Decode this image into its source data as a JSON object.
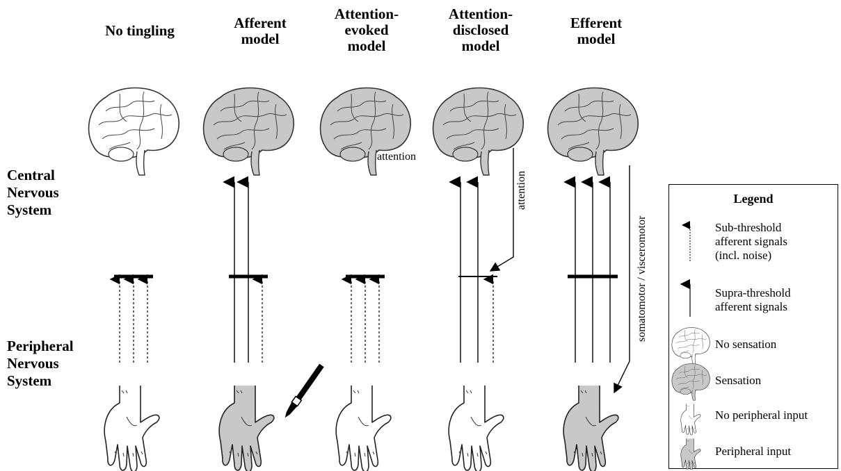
{
  "columns": [
    {
      "title": "No tingling"
    },
    {
      "title": "Afferent\nmodel"
    },
    {
      "title": "Attention-\nevoked\nmodel"
    },
    {
      "title": "Attention-\ndisclosed\nmodel"
    },
    {
      "title": "Efferent\nmodel"
    }
  ],
  "side_labels": {
    "cns": "Central\nNervous\nSystem",
    "pns": "Peripheral\nNervous\nSystem"
  },
  "annotations": {
    "attention_evoked": "attention",
    "attention_disclosed": "attention",
    "efferent": "somatomotor / visceromotor"
  },
  "legend": {
    "title": "Legend",
    "items": [
      {
        "label": "Sub-threshold\nafferent signals\n(incl. noise)",
        "icon": "dotted-arrow-icon"
      },
      {
        "label": "Supra-threshold\nafferent signals",
        "icon": "solid-arrow-icon"
      },
      {
        "label": "No sensation",
        "icon": "white-brain-icon"
      },
      {
        "label": "Sensation",
        "icon": "gray-brain-icon"
      },
      {
        "label": "No peripheral input",
        "icon": "white-hand-icon"
      },
      {
        "label": "Peripheral input",
        "icon": "gray-hand-icon"
      }
    ]
  },
  "colors": {
    "brain_active": "#c8c8c8",
    "brain_inactive": "#ffffff",
    "hand_active": "#c8c8c8",
    "stroke": "#000000"
  }
}
